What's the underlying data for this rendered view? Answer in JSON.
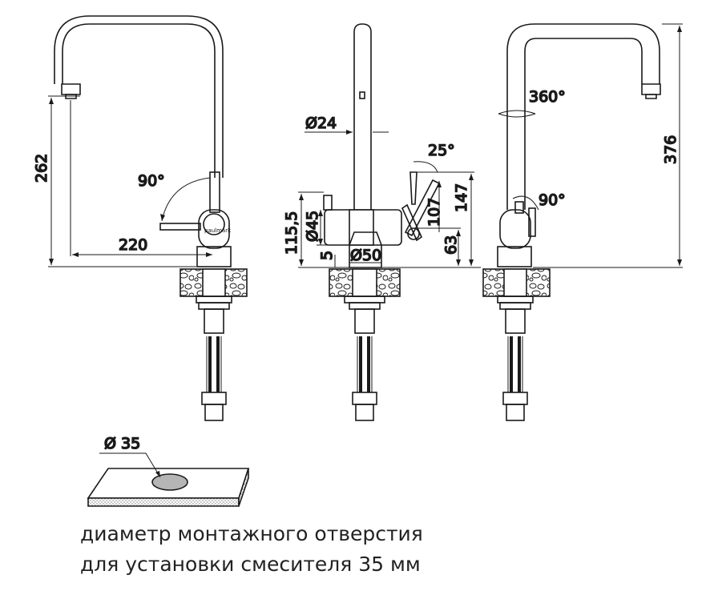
{
  "brand": "paulmark",
  "colors": {
    "line": "#1a1a1a",
    "hole_fill": "#b5b5b5",
    "stone_fill": "#ffffff"
  },
  "front_view": {
    "height": "262",
    "reach": "220",
    "lever_angle": "90°"
  },
  "side_view": {
    "spout_diameter": "Ø24",
    "lever_angle": "25°",
    "body_diameter": "Ø45",
    "base_diameter": "Ø50",
    "body_height": "115,5",
    "base_height": "5",
    "lever_height": "107",
    "lever_top_height": "147",
    "lever_base_height": "63"
  },
  "back_view": {
    "swivel_angle": "360°",
    "lever_angle": "90°",
    "height": "376"
  },
  "mount_hole": {
    "diameter": "Ø 35",
    "caption_line1": "диаметр монтажного отверстия",
    "caption_line2": "для установки смесителя 35 мм"
  }
}
